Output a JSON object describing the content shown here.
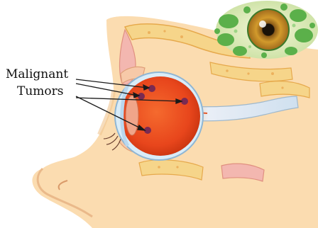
{
  "labels": {
    "line1": "Malignant",
    "line2": "Tumors"
  },
  "colors": {
    "skin": "#fbdcb0",
    "skin_shadow": "#f0c590",
    "bone": "#f6d58a",
    "bone_pink": "#f3b7b0",
    "eyeball": "#e8461c",
    "tumor": "#7a2a52",
    "optic_nerve": "#dbe9f4",
    "iris_outer": "#5bb04a",
    "iris_inner": "#c9952b",
    "annotation_line": "#1a1a1a"
  },
  "icons": {
    "inset": "diseased-iris-closeup"
  }
}
